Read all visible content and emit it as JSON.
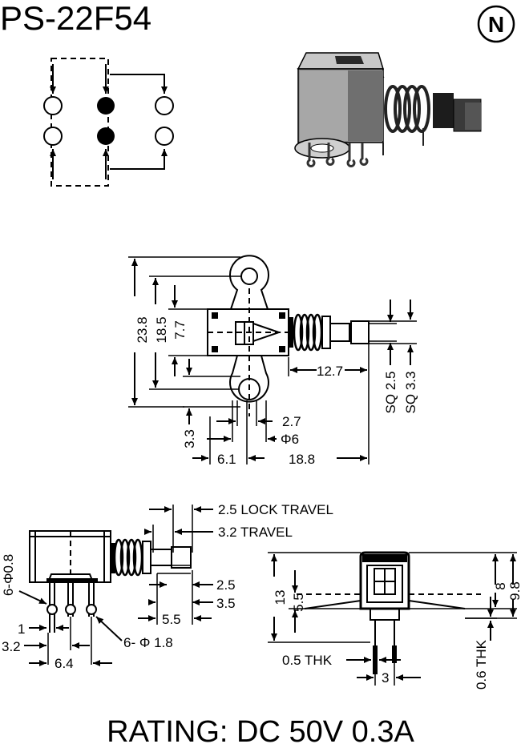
{
  "title": "PS-22F54",
  "logo_letter": "N",
  "rating": "RATING: DC 50V 0.3A",
  "top_view": {
    "dims": {
      "d23_8": "23.8",
      "d18_5": "18.5",
      "d7_7": "7.7",
      "d12_7": "12.7",
      "sq2_5": "SQ 2.5",
      "sq3_3": "SQ 3.3",
      "d2_7": "2.7",
      "phi6": "Φ6",
      "d3_3": "3.3",
      "d6_1": "6.1",
      "d18_8": "18.8"
    }
  },
  "side_view": {
    "lock_travel": "2.5 LOCK TRAVEL",
    "travel": "3.2  TRAVEL",
    "d2_5": "2.5",
    "d3_5": "3.5",
    "d5_5": "5.5",
    "pin_dia": "6-Φ0.8",
    "hole_dia": "6- Φ 1.8",
    "d1": "1",
    "d3_2": "3.2",
    "d6_4": "6.4"
  },
  "end_view": {
    "d13": "13",
    "d5_5": "5.5",
    "d8": "8",
    "d9_8": "9.8",
    "thk05": "0.5 THK",
    "d3": "3",
    "thk06": "0.6 THK"
  }
}
